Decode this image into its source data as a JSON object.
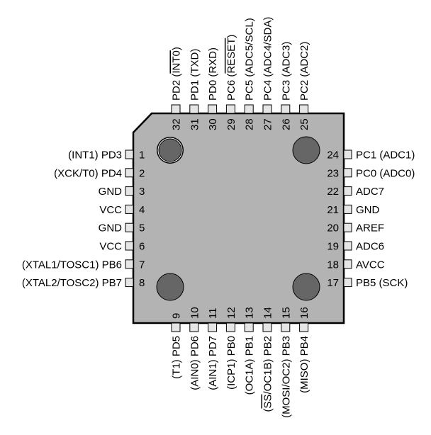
{
  "chip": {
    "body_color": "#b3b3b3",
    "pad_color": "#e6e6e6",
    "marker_color": "#666666",
    "outline_color": "#000000"
  },
  "pins": {
    "left": [
      {
        "num": "1",
        "label": "(INT1) PD3"
      },
      {
        "num": "2",
        "label": "(XCK/T0) PD4"
      },
      {
        "num": "3",
        "label": "GND"
      },
      {
        "num": "4",
        "label": "VCC"
      },
      {
        "num": "5",
        "label": "GND"
      },
      {
        "num": "6",
        "label": "VCC"
      },
      {
        "num": "7",
        "label": "(XTAL1/TOSC1) PB6"
      },
      {
        "num": "8",
        "label": "(XTAL2/TOSC2) PB7"
      }
    ],
    "bottom": [
      {
        "num": "9",
        "label": "(T1) PD5"
      },
      {
        "num": "10",
        "label": "(AIN0) PD6"
      },
      {
        "num": "11",
        "label": "(AIN1) PD7"
      },
      {
        "num": "12",
        "label": "(ICP1) PB0"
      },
      {
        "num": "13",
        "label": "(OC1A) PB1"
      },
      {
        "num": "14",
        "label": "(SS/OC1B) PB2",
        "overline": "SS"
      },
      {
        "num": "15",
        "label": "(MOSI/OC2) PB3"
      },
      {
        "num": "16",
        "label": "(MISO) PB4"
      }
    ],
    "right": [
      {
        "num": "24",
        "label": "PC1 (ADC1)"
      },
      {
        "num": "23",
        "label": "PC0 (ADC0)"
      },
      {
        "num": "22",
        "label": "ADC7"
      },
      {
        "num": "21",
        "label": "GND"
      },
      {
        "num": "20",
        "label": "AREF"
      },
      {
        "num": "19",
        "label": "ADC6"
      },
      {
        "num": "18",
        "label": "AVCC"
      },
      {
        "num": "17",
        "label": "PB5 (SCK)"
      }
    ],
    "top": [
      {
        "num": "32",
        "label": "PD2 (INT0)",
        "overline": "INT0"
      },
      {
        "num": "31",
        "label": "PD1 (TXD)"
      },
      {
        "num": "30",
        "label": "PD0 (RXD)"
      },
      {
        "num": "29",
        "label": "PC6 (RESET)",
        "overline": "RESET"
      },
      {
        "num": "28",
        "label": "PC5 (ADC5/SCL)"
      },
      {
        "num": "27",
        "label": "PC4 (ADC4/SDA)"
      },
      {
        "num": "26",
        "label": "PC3 (ADC3)"
      },
      {
        "num": "25",
        "label": "PC2 (ADC2)"
      }
    ]
  }
}
